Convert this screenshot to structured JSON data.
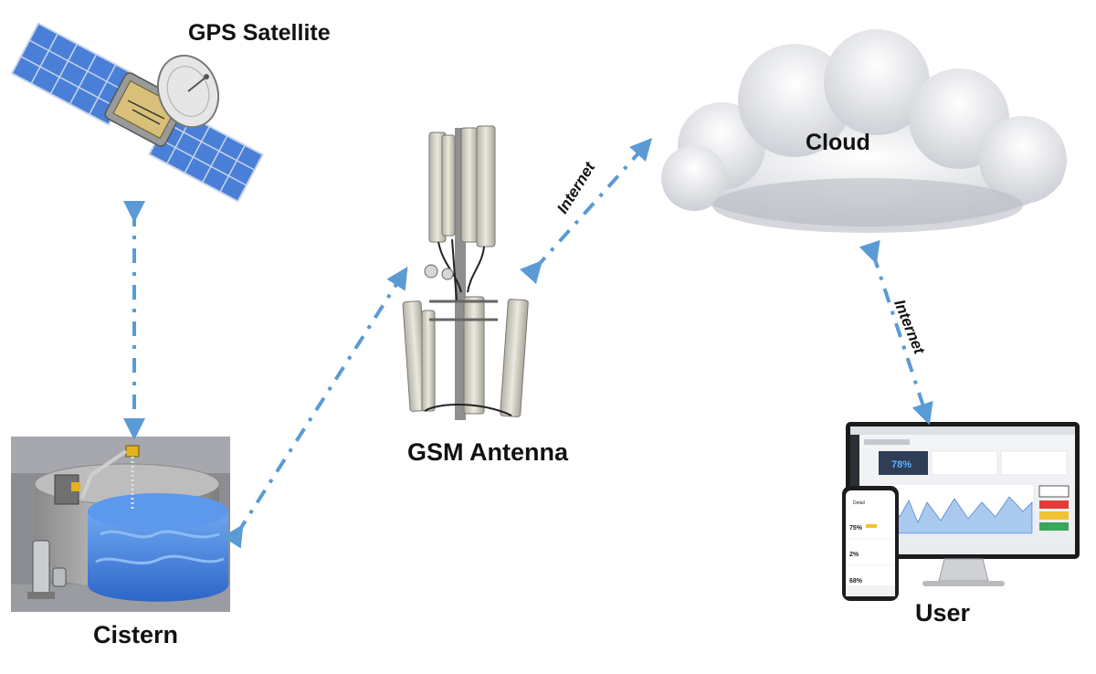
{
  "nodes": {
    "satellite": {
      "label": "GPS Satellite"
    },
    "antenna": {
      "label": "GSM Antenna"
    },
    "cloud": {
      "label": "Cloud"
    },
    "cistern": {
      "label": "Cistern"
    },
    "user": {
      "label": "User"
    }
  },
  "links": {
    "antenna_cloud": {
      "label": "Internet"
    },
    "cloud_user": {
      "label": "Internet"
    }
  },
  "dashboard": {
    "gauge_value": "78%",
    "phone_title": "Detail",
    "phone_values": [
      "75%",
      "2%",
      "68%"
    ]
  },
  "colors": {
    "arrow": "#5b9bd5",
    "water": "#3f7fe0",
    "panel": "#4a7fd8"
  }
}
